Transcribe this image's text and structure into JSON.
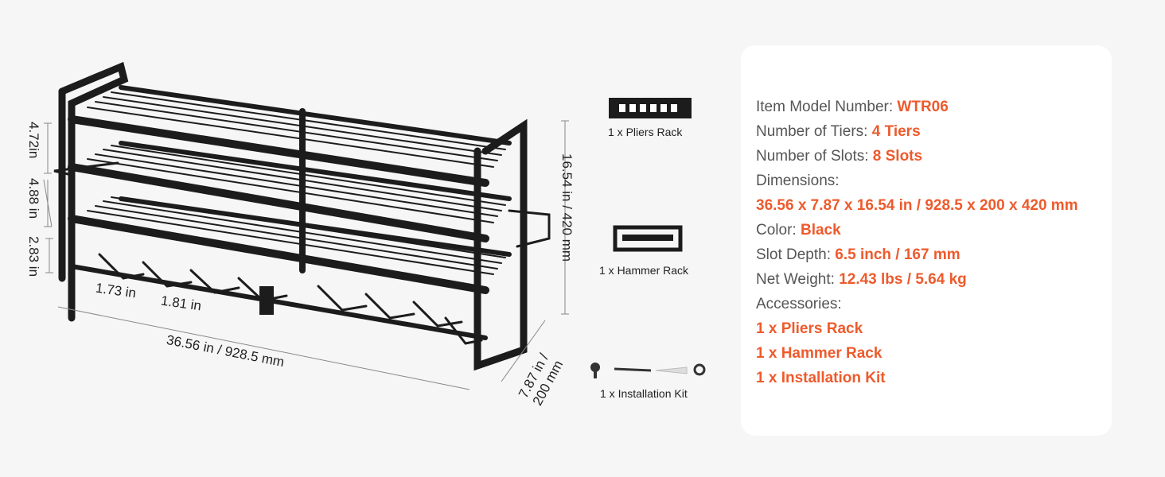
{
  "dimensions": {
    "tier1_height": "4.72in",
    "tier2_height": "4.88 in",
    "tier3_height": "2.83 in",
    "slot_width_1": "1.73 in",
    "slot_width_2": "1.81 in",
    "length": "36.56 in  / 928.5 mm",
    "height": "16.54 in / 420 mm",
    "depth_in": "7.87 in /",
    "depth_mm": "200 mm"
  },
  "accessories_images": [
    {
      "label": "1 x Pliers Rack",
      "icon": "pliers-rack"
    },
    {
      "label": "1 x Hammer Rack",
      "icon": "hammer-rack"
    },
    {
      "label": "1 x Installation Kit",
      "icon": "installation-kit"
    }
  ],
  "specs": {
    "model_label": "Item Model Number: ",
    "model_value": "WTR06",
    "tiers_label": "Number of Tiers: ",
    "tiers_value": "4 Tiers",
    "slots_label": "Number of Slots: ",
    "slots_value": "8 Slots",
    "dimensions_label": "Dimensions:",
    "dimensions_value": "36.56 x 7.87 x 16.54 in / 928.5 x 200 x 420 mm",
    "color_label": "Color: ",
    "color_value": "Black",
    "depth_label": "Slot Depth: ",
    "depth_value": "6.5 inch / 167 mm",
    "weight_label": "Net Weight: ",
    "weight_value": "12.43 lbs / 5.64 kg",
    "accessories_label": "Accessories:",
    "accessories": [
      "1 x Pliers Rack",
      "1 x Hammer Rack",
      "1 x Installation Kit"
    ]
  },
  "colors": {
    "accent": "#ee5a2c",
    "background": "#f6f6f6",
    "panel": "#ffffff"
  }
}
